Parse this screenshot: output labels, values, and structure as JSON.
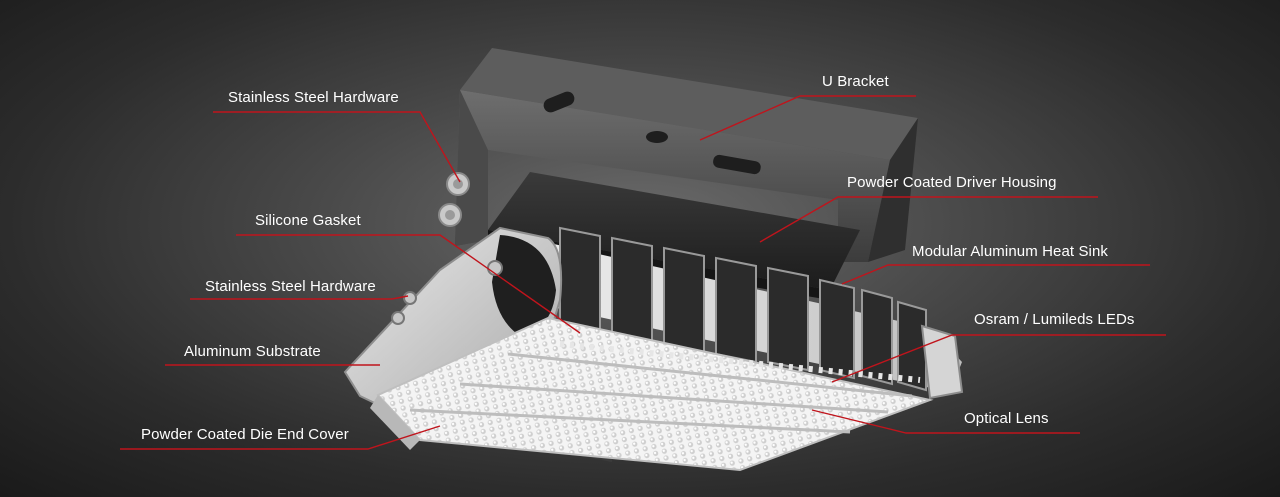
{
  "callouts": {
    "left": {
      "stainless_steel_hardware_top": "Stainless Steel Hardware",
      "silicone_gasket": "Silicone Gasket",
      "stainless_steel_hardware_bottom": "Stainless Steel Hardware",
      "aluminum_substrate": "Aluminum Substrate",
      "powder_coated_die_end_cover": "Powder Coated Die End Cover"
    },
    "right": {
      "u_bracket": "U Bracket",
      "powder_coated_driver_housing": "Powder Coated Driver Housing",
      "modular_aluminum_heat_sink": "Modular Aluminum Heat Sink",
      "osram_lumileds_leds": "Osram / Lumileds LEDs",
      "optical_lens": "Optical Lens"
    }
  },
  "colors": {
    "leader_line": "#c0141c",
    "label_text": "#ffffff",
    "background": "#3a3a3a"
  }
}
